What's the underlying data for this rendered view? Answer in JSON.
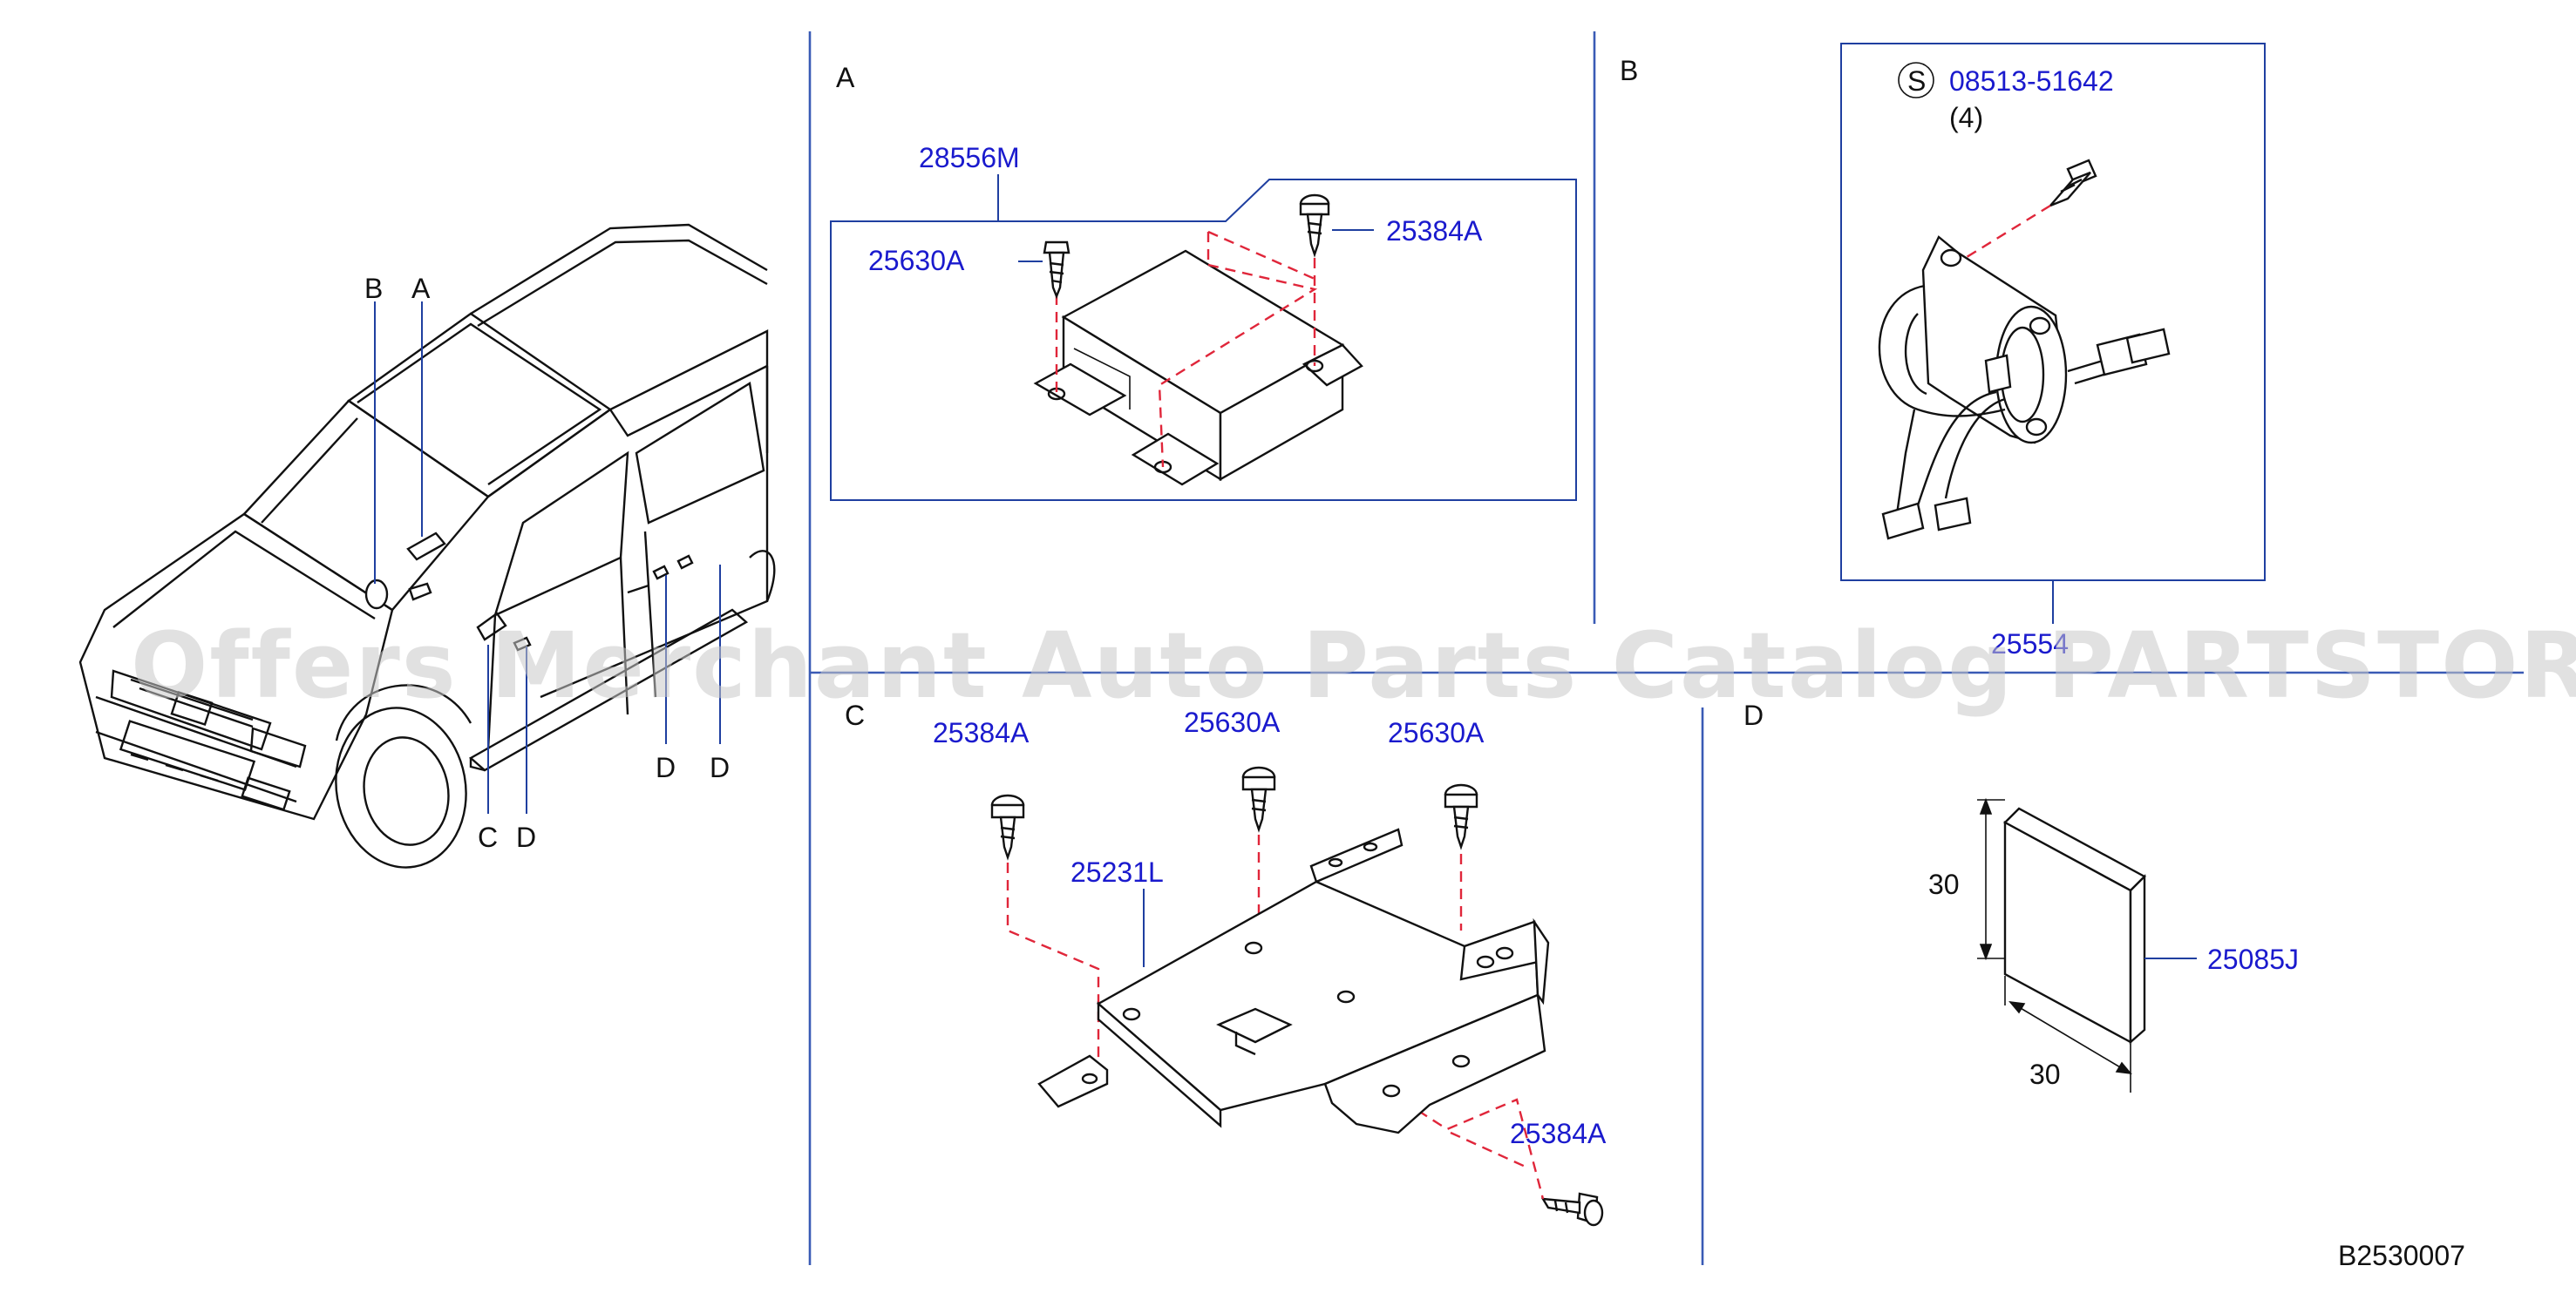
{
  "sections": {
    "a": "A",
    "b": "B",
    "c": "C",
    "d": "D"
  },
  "vehicle_callouts": {
    "b": "B",
    "a": "A",
    "c": "C",
    "d1": "D",
    "d2": "D",
    "d3": "D"
  },
  "section_a": {
    "module": "28556M",
    "bolt_left": "25630A",
    "bolt_right": "25384A"
  },
  "section_b": {
    "s_symbol": "S",
    "screw": "08513-51642",
    "screw_qty": "(4)",
    "spiral_cable": "25554"
  },
  "section_c": {
    "bolt1": "25384A",
    "bolt2": "25630A",
    "bolt3": "25630A",
    "bracket": "25231L",
    "bolt4": "25384A"
  },
  "section_d": {
    "dim_vertical": "30",
    "dim_horizontal": "30",
    "pad": "25085J"
  },
  "diagram_code": "B2530007",
  "watermark": "Offers Merchant Auto Parts Catalog PARTSTORE.SA",
  "colors": {
    "part_number": "#1a1acd",
    "dashed_guide": "#e0263a",
    "divider": "#3a5bb5"
  }
}
